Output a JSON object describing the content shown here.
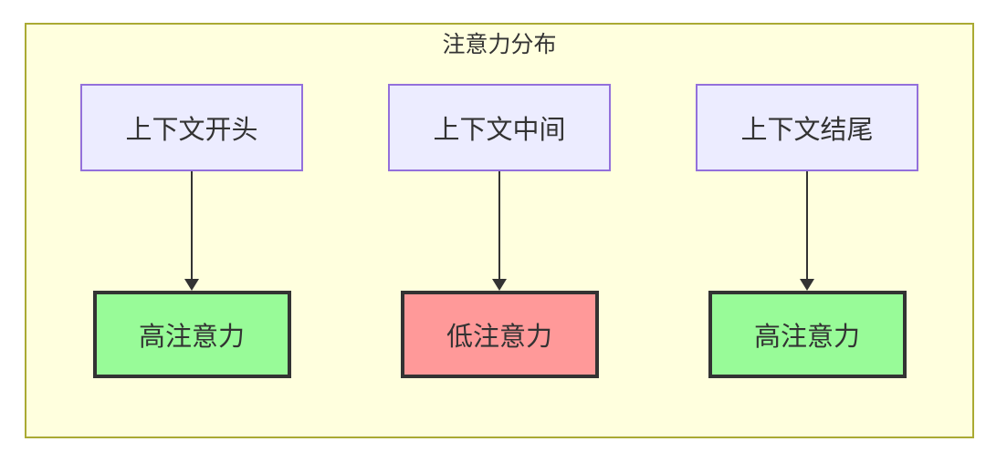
{
  "diagram": {
    "title": "注意力分布",
    "container": {
      "fill": "#ffffde",
      "stroke": "#aaaa33"
    },
    "source_style": {
      "fill": "#ececff",
      "stroke": "#9370db",
      "text_color": "#333333"
    },
    "target_style": {
      "stroke": "#333333",
      "high_fill": "#98fb98",
      "low_fill": "#ff9999"
    },
    "columns": [
      {
        "source": {
          "label": "上下文开头"
        },
        "target": {
          "label": "高注意力",
          "status": "high",
          "fill": "#98fb98"
        }
      },
      {
        "source": {
          "label": "上下文中间"
        },
        "target": {
          "label": "低注意力",
          "status": "low",
          "fill": "#ff9999"
        }
      },
      {
        "source": {
          "label": "上下文结尾"
        },
        "target": {
          "label": "高注意力",
          "status": "high",
          "fill": "#98fb98"
        }
      }
    ]
  }
}
